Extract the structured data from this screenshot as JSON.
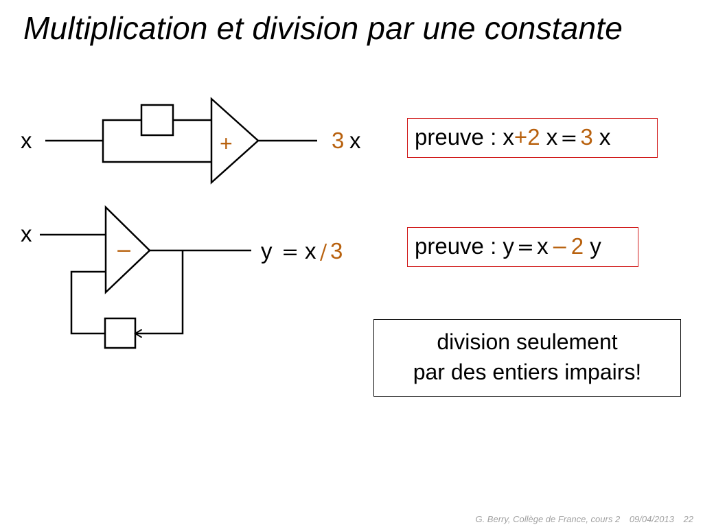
{
  "title": "Multiplication et division par une constante",
  "diagram1": {
    "input_label": "x",
    "adder_sign": "+",
    "output_coef": "3",
    "output_var": "x"
  },
  "proof1": {
    "prefix": "preuve :",
    "x1": "x",
    "plus": "+",
    "two": "2",
    "x2": "x",
    "eq": "=",
    "three": "3",
    "x3": "x"
  },
  "diagram2": {
    "input_label": "x",
    "subtractor_sign": "−",
    "output_y": "y",
    "eq": "=",
    "output_x": "x",
    "slash": "/",
    "divisor": "3"
  },
  "proof2": {
    "prefix": "preuve :",
    "y1": "y",
    "eq": "=",
    "x1": "x",
    "minus": "−",
    "two": "2",
    "y2": "y"
  },
  "note": {
    "line1": "division seulement",
    "line2": "par des entiers impairs!"
  },
  "footer": {
    "author": "G. Berry, Collège de France, cours 2",
    "date": "09/04/2013",
    "page": "22"
  },
  "colors": {
    "accent": "#b8610e",
    "proof_border": "#d01818",
    "footer_text": "#a0a0a0"
  }
}
